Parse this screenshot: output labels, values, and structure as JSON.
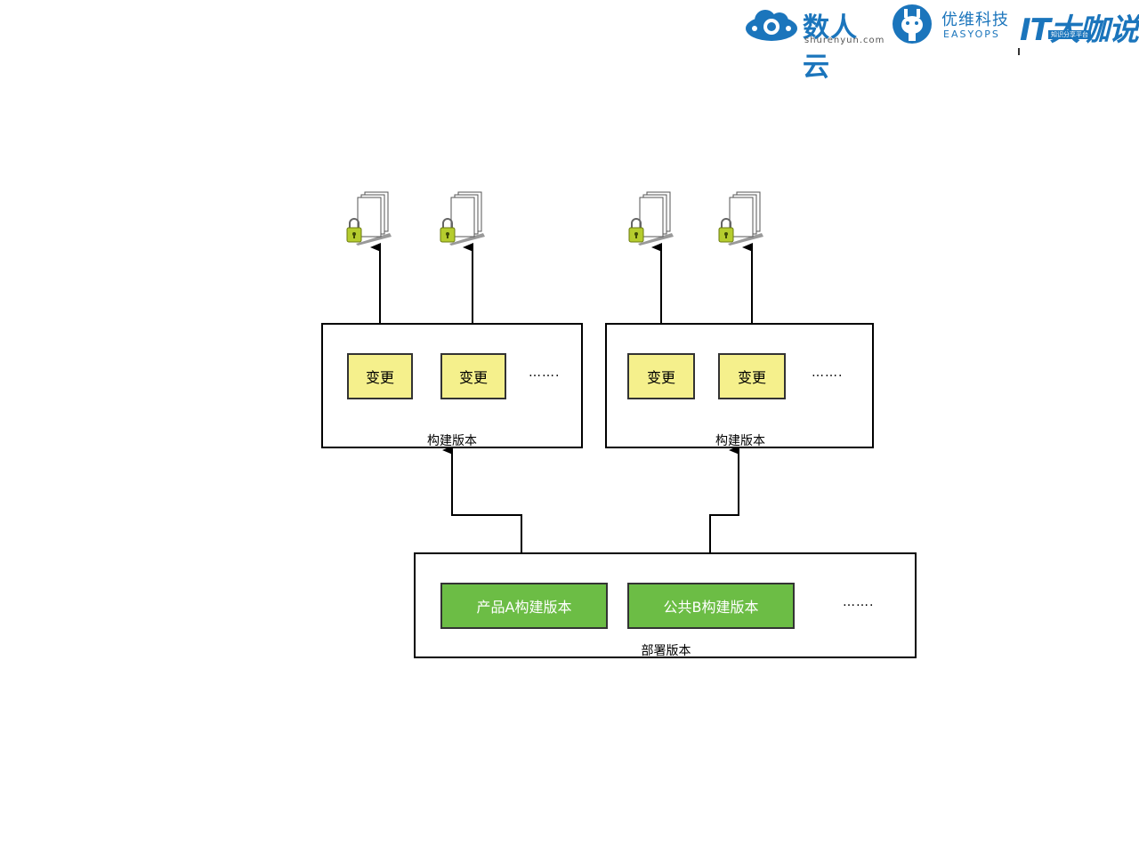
{
  "header": {
    "shurenyun": {
      "name": "数人云",
      "domain": "shurenyun.com",
      "icon": "cloud-icon"
    },
    "easyops": {
      "name": "优维科技",
      "subname": "EASYOPS",
      "icon": "giraffe-icon"
    },
    "itdks": {
      "name": "IT大咖说",
      "tagline": "知识分享平台"
    }
  },
  "diagram": {
    "build_groups": [
      {
        "label": "构建版本",
        "changes": [
          "变更",
          "变更"
        ],
        "more": "……."
      },
      {
        "label": "构建版本",
        "changes": [
          "变更",
          "变更"
        ],
        "more": "……."
      }
    ],
    "deploy": {
      "label": "部署版本",
      "items": [
        "产品A构建版本",
        "公共B构建版本"
      ],
      "more": "……."
    },
    "artifact_icon": "locked-documents-icon"
  },
  "colors": {
    "change_fill": "#f5f08c",
    "build_item_fill": "#6cbd45",
    "brand_blue": "#1b75bc",
    "lock_green": "#b5cc2e"
  }
}
